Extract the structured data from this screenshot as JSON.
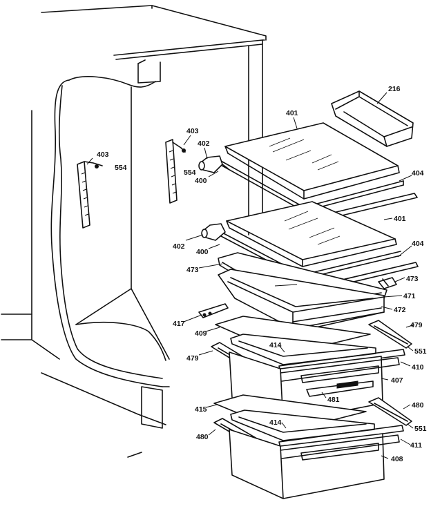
{
  "labels": {
    "l216": "216",
    "l401a": "401",
    "l401b": "401",
    "l402a": "402",
    "l402b": "402",
    "l400a": "400",
    "l400b": "400",
    "l403a": "403",
    "l403b": "403",
    "l554a": "554",
    "l554b": "554",
    "l404a": "404",
    "l404b": "404",
    "l473a": "473",
    "l473b": "473",
    "l471": "471",
    "l472": "472",
    "l417": "417",
    "l409": "409",
    "l414a": "414",
    "l414b": "414",
    "l479a": "479",
    "l479b": "479",
    "l551a": "551",
    "l551b": "551",
    "l410": "410",
    "l407": "407",
    "l481": "481",
    "l415": "415",
    "l480a": "480",
    "l480b": "480",
    "l411": "411",
    "l408": "408"
  }
}
